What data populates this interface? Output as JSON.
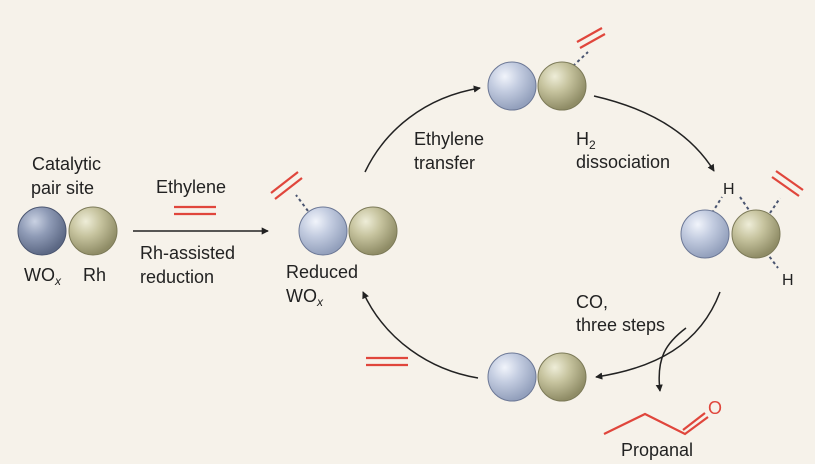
{
  "labels": {
    "catalytic_line1": "Catalytic",
    "catalytic_line2": "pair site",
    "wo_main": "WO",
    "wo_sub": "x",
    "rh": "Rh",
    "ethylene": "Ethylene",
    "rh_assisted_line1": "Rh-assisted",
    "rh_assisted_line2": "reduction",
    "reduced_line1": "Reduced",
    "reduced_wo_main": "WO",
    "reduced_wo_sub": "x",
    "ethylene_transfer_line1": "Ethylene",
    "ethylene_transfer_line2": "transfer",
    "h2_main": "H",
    "h2_sub": "2",
    "dissociation": "dissociation",
    "h_atom_left": "H",
    "h_atom_right": "H",
    "co_line1": "CO,",
    "co_line2": "three steps",
    "o_atom": "O",
    "propanal": "Propanal"
  },
  "colors": {
    "background": "#f6f2ea",
    "text": "#222222",
    "ethylene": "#e0463c",
    "wo_oxidized": "#7d8aa6",
    "wo_reduced": "#bcc6dc",
    "rh": "#c2c09a",
    "arrow": "#222222",
    "bond": "#4a5570"
  }
}
